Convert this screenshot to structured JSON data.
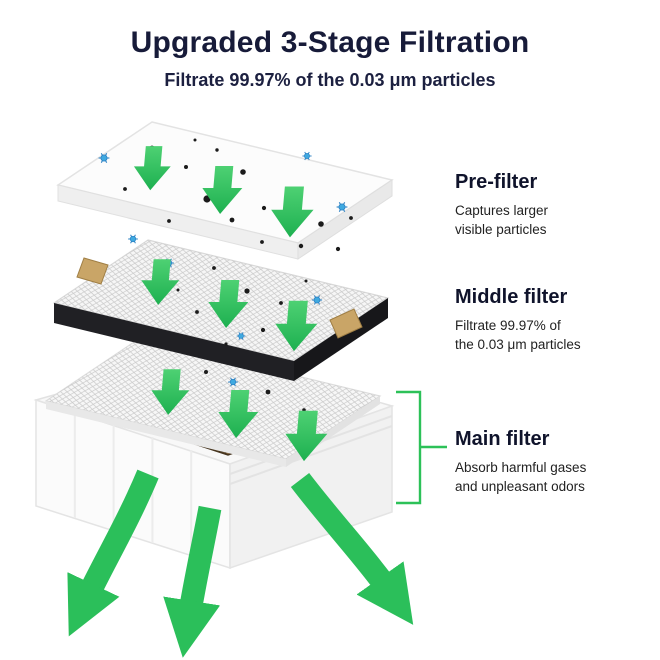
{
  "header": {
    "title": "Upgraded 3-Stage Filtration",
    "subtitle": "Filtrate 99.97% of the 0.03 μm particles"
  },
  "callouts": [
    {
      "heading": "Pre-filter",
      "description": "Captures larger\nvisible particles"
    },
    {
      "heading": "Middle filter",
      "description": "Filtrate 99.97% of\nthe 0.03 μm particles"
    },
    {
      "heading": "Main filter",
      "description": "Absorb harmful gases\nand unpleasant odors"
    }
  ],
  "diagram": {
    "layers": [
      "Pre-filter",
      "Middle filter",
      "Main filter"
    ],
    "airflow_arrows_per_layer": 3,
    "outflow_arrows": 3
  },
  "colors": {
    "accent_green": "#2CC158",
    "title_text": "#171B39",
    "body_text": "#222222",
    "virus_blue": "#3FA9E0",
    "honeycomb_brown": "#83653F",
    "frame_black": "#202024",
    "tab_tan": "#C9A567"
  }
}
